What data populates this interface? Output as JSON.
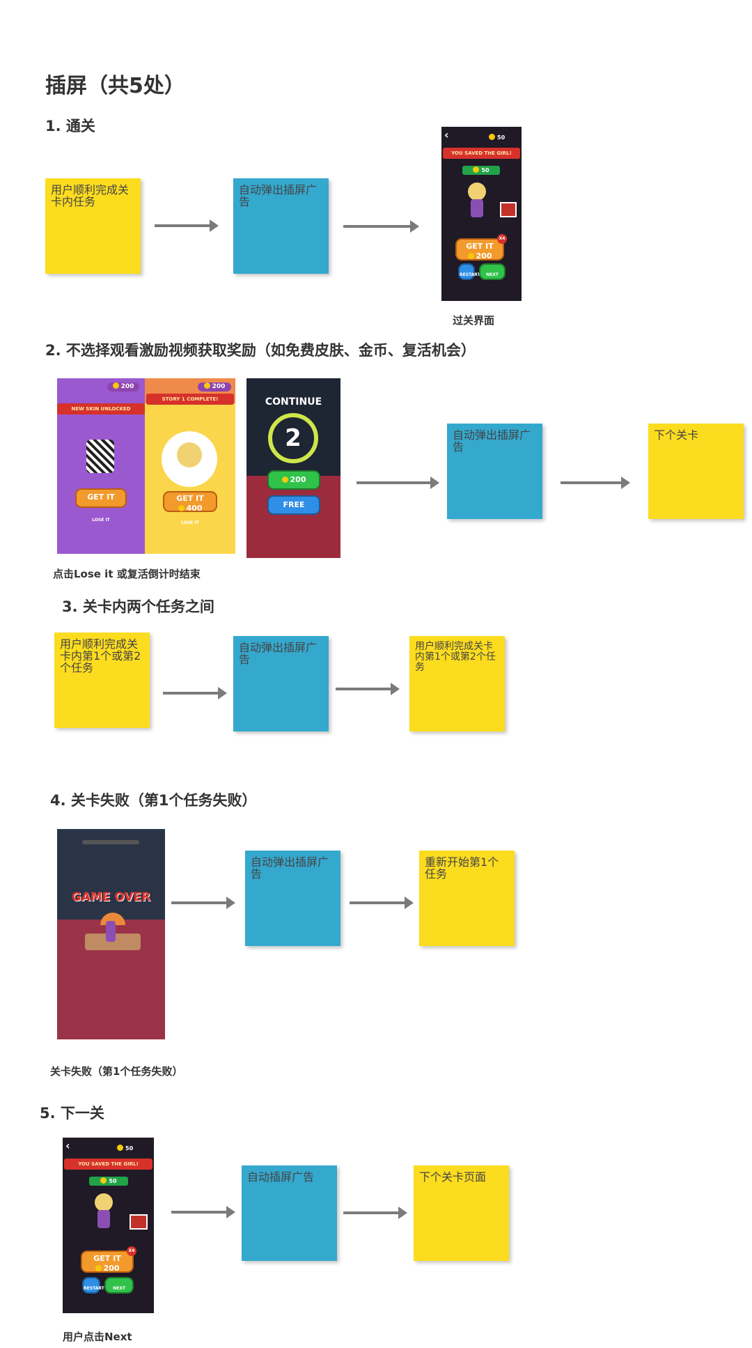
{
  "title": "插屏（共5处）",
  "sections": [
    {
      "heading": "1. 通关",
      "boxes": [
        "用户顺利完成关卡内任务",
        "自动弹出插屏广告"
      ],
      "caption": "过关界面"
    },
    {
      "heading": "2. 不选择观看激励视频获取奖励（如免费皮肤、金币、复活机会）",
      "boxes": [
        "自动弹出插屏广告",
        "下个关卡"
      ],
      "caption": "点击Lose it 或复活倒计时结束"
    },
    {
      "heading": "3. 关卡内两个任务之间",
      "boxes": [
        "用户顺利完成关卡内第1个或第2个任务",
        "自动弹出插屏广告",
        "用户顺利完成关卡内第1个或第2个任务"
      ]
    },
    {
      "heading": "4. 关卡失败（第1个任务失败）",
      "boxes": [
        "自动弹出插屏广告",
        "重新开始第1个任务"
      ],
      "caption": "关卡失败（第1个任务失败）"
    },
    {
      "heading": "5. 下一关",
      "boxes": [
        "自动插屏广告",
        "下个关卡页面"
      ],
      "caption": "用户点击Next"
    }
  ],
  "screens": {
    "coins_50": "50",
    "coins_200": "200",
    "you_saved": "YOU SAVED THE GIRL!",
    "get_it": "GET IT",
    "get_it_200": "200",
    "get_it_400": "400",
    "x4": "X4",
    "restart": "RESTART",
    "next": "NEXT",
    "new_skin": "NEW SKIN UNLOCKED",
    "story_complete": "STORY 1 COMPLETE!",
    "lose_it": "LOSE IT",
    "continue": "CONTINUE",
    "countdown": "2",
    "free": "FREE",
    "game_over": "GAME OVER"
  },
  "colors": {
    "sticky_yellow": "#fcdc1f",
    "sticky_blue": "#35a8ce",
    "arrow_gray": "#7b7b7b"
  }
}
